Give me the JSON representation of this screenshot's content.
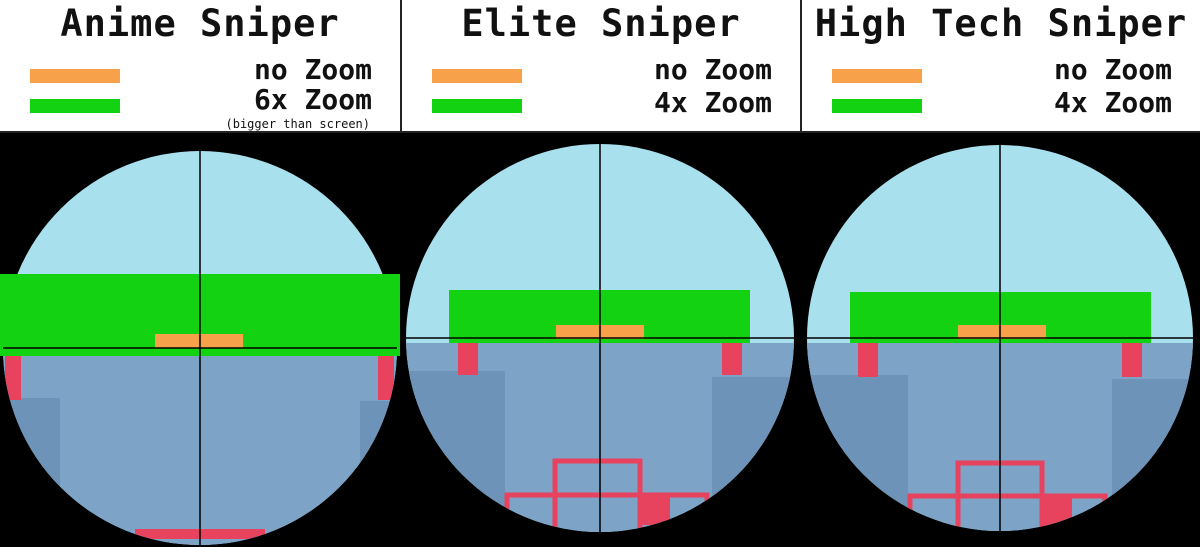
{
  "colors": {
    "orange": "#f7a24a",
    "green": "#12d212",
    "sky": "#a8e0ee",
    "ground": "#7da3c6",
    "red": "#e8435e"
  },
  "panels": [
    {
      "title": "Anime Sniper",
      "legend": [
        {
          "color": "#f7a24a",
          "label": "no Zoom",
          "icon": "orange-bar"
        },
        {
          "color": "#12d212",
          "label": "6x Zoom",
          "icon": "green-bar"
        }
      ],
      "note": "(bigger than screen)"
    },
    {
      "title": "Elite Sniper",
      "legend": [
        {
          "color": "#f7a24a",
          "label": "no Zoom",
          "icon": "orange-bar"
        },
        {
          "color": "#12d212",
          "label": "4x Zoom",
          "icon": "green-bar"
        }
      ]
    },
    {
      "title": "High Tech Sniper",
      "legend": [
        {
          "color": "#f7a24a",
          "label": "no Zoom",
          "icon": "orange-bar"
        },
        {
          "color": "#12d212",
          "label": "4x Zoom",
          "icon": "green-bar"
        }
      ]
    }
  ]
}
